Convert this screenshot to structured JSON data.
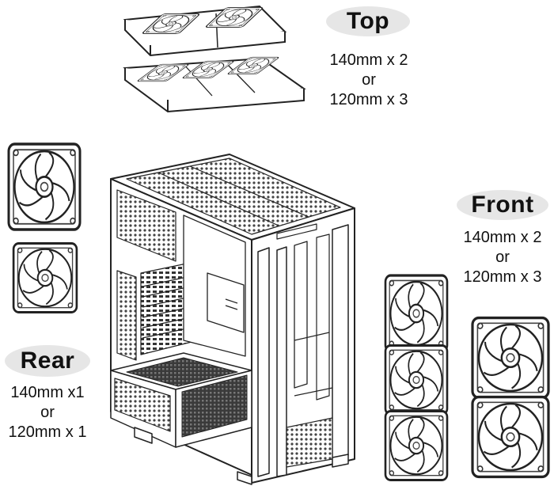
{
  "labels": {
    "top": {
      "title": "Top",
      "line1": "140mm x 2",
      "line2": "or",
      "line3": "120mm x 3"
    },
    "front": {
      "title": "Front",
      "line1": "140mm x 2",
      "line2": "or",
      "line3": "120mm x 3"
    },
    "rear": {
      "title": "Rear",
      "line1": "140mm x1",
      "line2": "or",
      "line3": "120mm x 1"
    }
  },
  "colors": {
    "line": "#222222",
    "pill": "#e6e6e6",
    "mesh": "#555555"
  },
  "icons": [
    "pc-case-illustration",
    "fan-icon",
    "fan-row-icon"
  ]
}
